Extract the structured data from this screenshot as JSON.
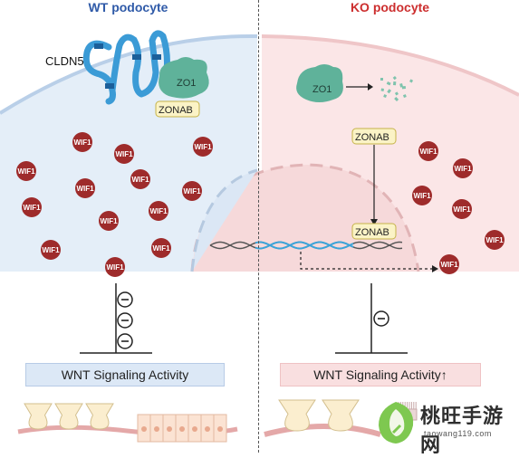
{
  "panels": {
    "wt": {
      "title": "WT podocyte",
      "bg_color": "#e4eef8"
    },
    "ko": {
      "title": "KO podocyte",
      "bg_color": "#fbe6e7"
    }
  },
  "labels": {
    "cldn5": "CLDN5",
    "zo1": "ZO1",
    "zonab": "ZONAB",
    "wif1": "WIF1"
  },
  "wnt": {
    "left": "WNT Signaling Activity",
    "right": "WNT Signaling Activity↑"
  },
  "watermark": {
    "text": "桃旺手游网",
    "sub": "taowang119.com"
  },
  "colors": {
    "wif1": "#9e2b2b",
    "zo1": "#5fb29a",
    "zonab_fill": "#fbf3c6",
    "cldn5": "#3b9bd6",
    "dna_blue": "#3aa3d8"
  }
}
